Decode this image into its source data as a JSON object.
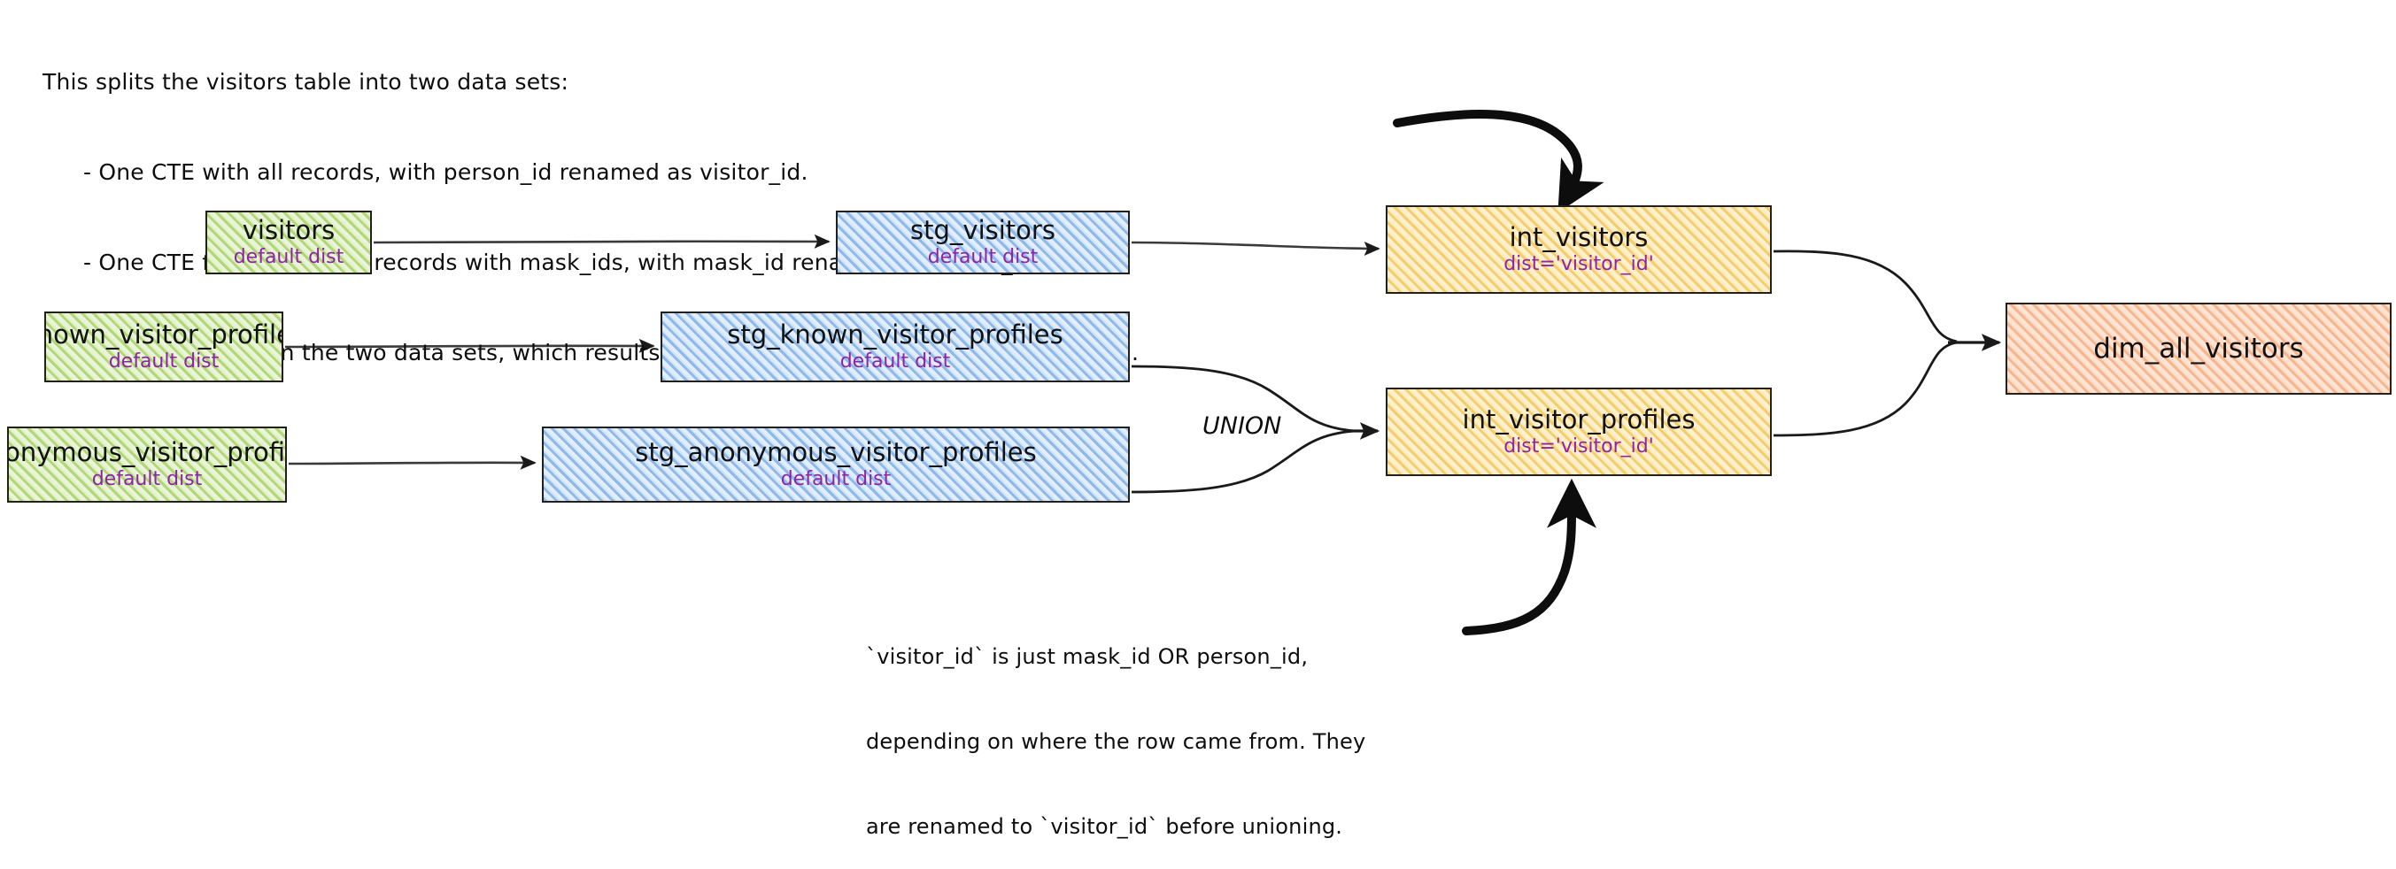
{
  "annotations": {
    "top": {
      "lead": "This splits the visitors table into two data sets:",
      "bullets": [
        "- One CTE with all records, with person_id renamed as visitor_id.",
        "- One CTE filtered to only records with mask_ids, with mask_id renamed as visitor_id",
        "- One CTE to union the two data sets, which results in a grain of one row per profile collected."
      ]
    },
    "bottom": {
      "lines": [
        "`visitor_id` is just mask_id OR person_id,",
        "depending on where the row came from. They",
        "are renamed to `visitor_id` before unioning."
      ]
    },
    "union_label": "UNION"
  },
  "colors": {
    "source_green": "#8cc63f",
    "staging_blue": "#5696db",
    "intermediate_yellow": "#f0b92e",
    "mart_salmon": "#f0945c",
    "dist_text_purple": "#8e23a8",
    "ink_black": "#0d0d0d"
  },
  "nodes": {
    "visitors": {
      "title": "visitors",
      "sub": "default dist",
      "layer": "source"
    },
    "known_visitor_profiles": {
      "title": "known_visitor_profiles",
      "sub": "default dist",
      "layer": "source"
    },
    "anonymous_visitor_profiles": {
      "title": "anonymous_visitor_profiles",
      "sub": "default dist",
      "layer": "source"
    },
    "stg_visitors": {
      "title": "stg_visitors",
      "sub": "default dist",
      "layer": "staging"
    },
    "stg_known_visitor_profiles": {
      "title": "stg_known_visitor_profiles",
      "sub": "default dist",
      "layer": "staging"
    },
    "stg_anonymous_visitor_profiles": {
      "title": "stg_anonymous_visitor_profiles",
      "sub": "default dist",
      "layer": "staging"
    },
    "int_visitors": {
      "title": "int_visitors",
      "sub": "dist='visitor_id'",
      "layer": "intermediate"
    },
    "int_visitor_profiles": {
      "title": "int_visitor_profiles",
      "sub": "dist='visitor_id'",
      "layer": "intermediate"
    },
    "dim_all_visitors": {
      "title": "dim_all_visitors",
      "sub": "",
      "layer": "mart"
    }
  },
  "edges": [
    {
      "from": "visitors",
      "to": "stg_visitors"
    },
    {
      "from": "known_visitor_profiles",
      "to": "stg_known_visitor_profiles"
    },
    {
      "from": "anonymous_visitor_profiles",
      "to": "stg_anonymous_visitor_profiles"
    },
    {
      "from": "stg_visitors",
      "to": "int_visitors"
    },
    {
      "from": "stg_known_visitor_profiles",
      "to": "int_visitor_profiles",
      "label": "UNION"
    },
    {
      "from": "stg_anonymous_visitor_profiles",
      "to": "int_visitor_profiles",
      "label": "UNION"
    },
    {
      "from": "int_visitors",
      "to": "dim_all_visitors"
    },
    {
      "from": "int_visitor_profiles",
      "to": "dim_all_visitors"
    },
    {
      "from": "annotations.top",
      "to": "int_visitors",
      "style": "hand-drawn"
    },
    {
      "from": "annotations.bottom",
      "to": "int_visitor_profiles",
      "style": "hand-drawn"
    }
  ]
}
